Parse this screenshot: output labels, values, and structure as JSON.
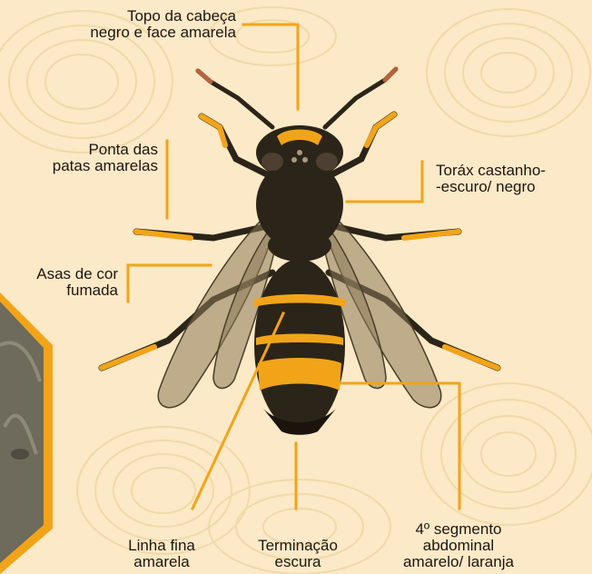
{
  "labels": {
    "head": [
      "Topo da cabeça",
      "negro e face amarela"
    ],
    "legs": [
      "Ponta das",
      "patas amarelas"
    ],
    "thorax": [
      "Toráx castanho-",
      "-escuro/ negro"
    ],
    "wings": [
      "Asas de cor",
      "fumada"
    ],
    "thin_line": [
      "Linha fina",
      "amarela"
    ],
    "tip": [
      "Terminação",
      "escura"
    ],
    "segment": [
      "4º segmento",
      "abdominal",
      "amarelo/ laranja"
    ]
  },
  "colors": {
    "background": "#fbe9c7",
    "fingerprint": "#f0d7a6",
    "leader_line": "#f2a418",
    "body_dark": "#2b2418",
    "yellow": "#f2a418",
    "wing": "#8c7a5a"
  },
  "photo_inset": {
    "icon": "hornet-photo-inset"
  }
}
